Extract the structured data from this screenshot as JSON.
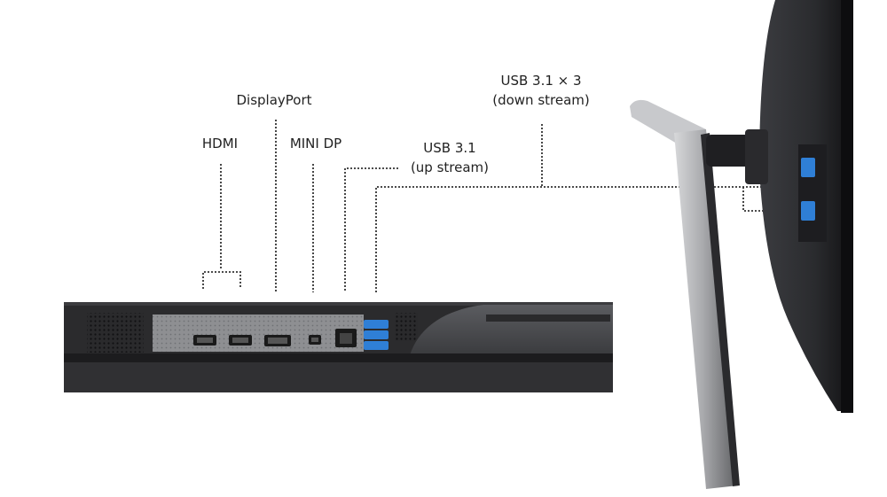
{
  "labels": {
    "hdmi": "HDMI",
    "displayport": "DisplayPort",
    "mini_dp": "MINI DP",
    "usb_up": {
      "line1": "USB 3.1",
      "line2": "(up stream)"
    },
    "usb_down": {
      "line1": "USB 3.1 × 3",
      "line2": "(down stream)"
    }
  },
  "colors": {
    "panel_dark": "#2b2b2d",
    "panel_gray": "#4a4a4d",
    "io_plate": "#8e8f92",
    "usb_blue": "#2f7fd6",
    "leader_line": "#333333",
    "stand_silver": "#b9babd"
  }
}
